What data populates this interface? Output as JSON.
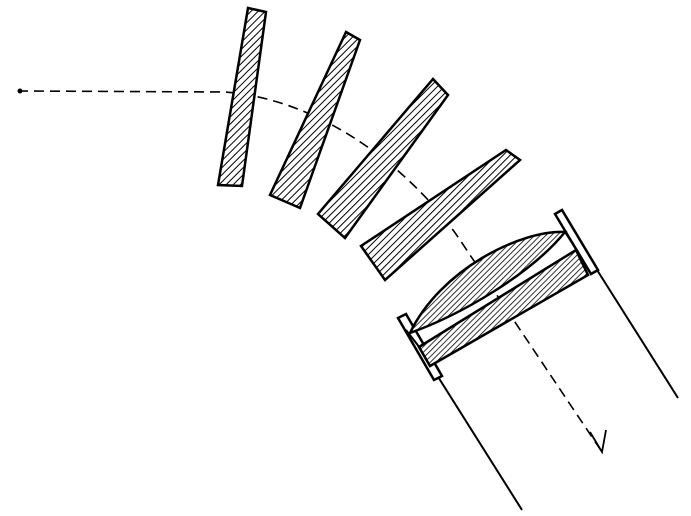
{
  "diagram": {
    "title": "",
    "colors": {
      "background": "#ffffff",
      "ink": "#000000"
    },
    "components": {
      "prisms": {
        "count": 4
      },
      "lens_assembly": {
        "parts": [
          "convex-lens-element",
          "plano-hatched-element",
          "mounting-plates",
          "tube-walls"
        ]
      },
      "ray": {
        "style": "dashed",
        "direction": "left-to-bottom-right",
        "arrowhead": true
      }
    }
  }
}
